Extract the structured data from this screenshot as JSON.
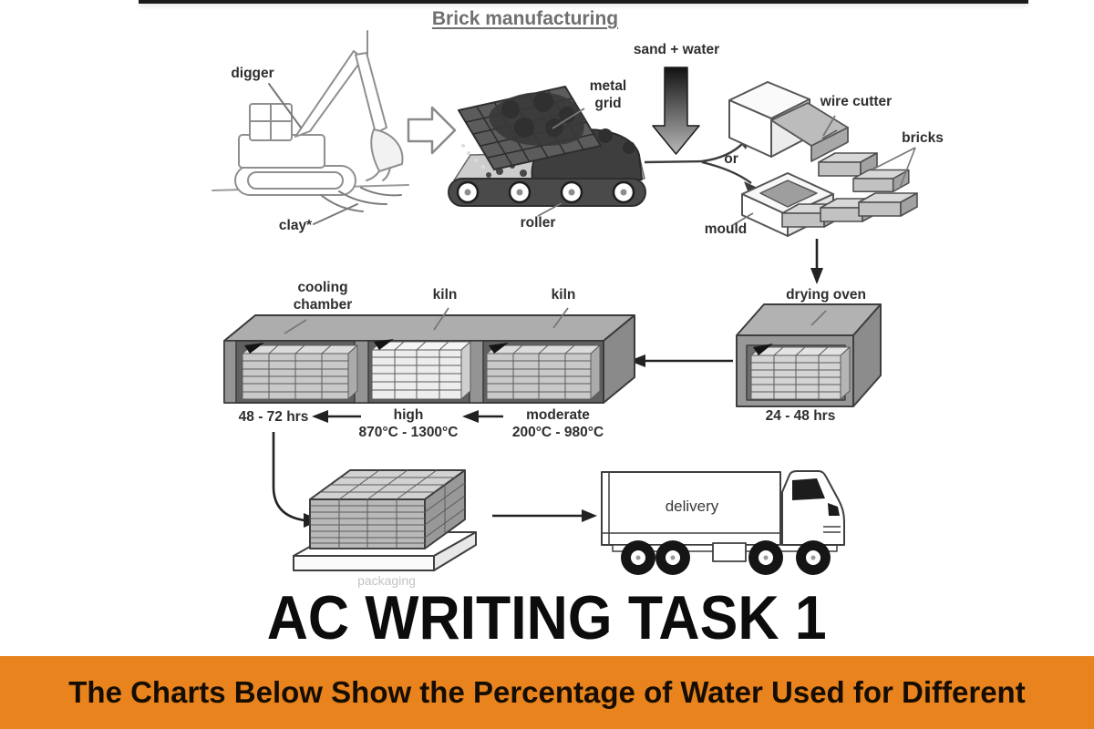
{
  "colors": {
    "banner_orange": "#e8831e",
    "page_background": "#ffffff"
  },
  "diagram": {
    "title": "Brick manufacturing",
    "labels": {
      "digger": "digger",
      "clay": "clay*",
      "metal_grid": "metal\ngrid",
      "roller": "roller",
      "sand_water": "sand + water",
      "or": "or",
      "wire_cutter": "wire cutter",
      "bricks": "bricks",
      "mould": "mould",
      "drying_oven": "drying oven",
      "drying_oven_time": "24 - 48 hrs",
      "cooling_chamber": "cooling\nchamber",
      "kiln_first": "kiln",
      "kiln_second": "kiln",
      "cooling_time": "48 - 72 hrs",
      "kiln_high": "high",
      "kiln_high_temp": "870°C - 1300°C",
      "kiln_moderate": "moderate",
      "kiln_moderate_temp": "200°C - 980°C",
      "packaging": "packaging",
      "delivery": "delivery"
    }
  },
  "heading": {
    "title": "AC WRITING TASK 1"
  },
  "banner": {
    "text": "The Charts Below Show the Percentage of Water Used for Different"
  }
}
